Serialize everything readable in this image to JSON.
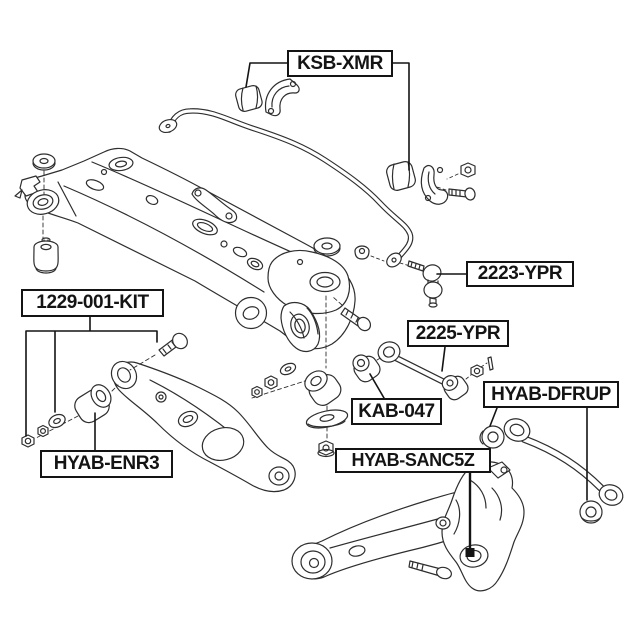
{
  "diagram": {
    "type": "auto-parts-exploded-diagram",
    "subject": "rear suspension crossmember, stabilizer bar, arms and bushings",
    "background_color": "#ffffff",
    "line_color": "#2e2e2e",
    "label_border_color": "#141414",
    "labels": {
      "ksb_xmr": "KSB-XMR",
      "p2223_ypr": "2223-YPR",
      "kit_1229_001": "1229-001-KIT",
      "p2225_ypr": "2225-YPR",
      "kab_047": "KAB-047",
      "hyab_dfrup": "HYAB-DFRUP",
      "hyab_enr3": "HYAB-ENR3",
      "hyab_sanc5z": "HYAB-SANC5Z"
    }
  }
}
